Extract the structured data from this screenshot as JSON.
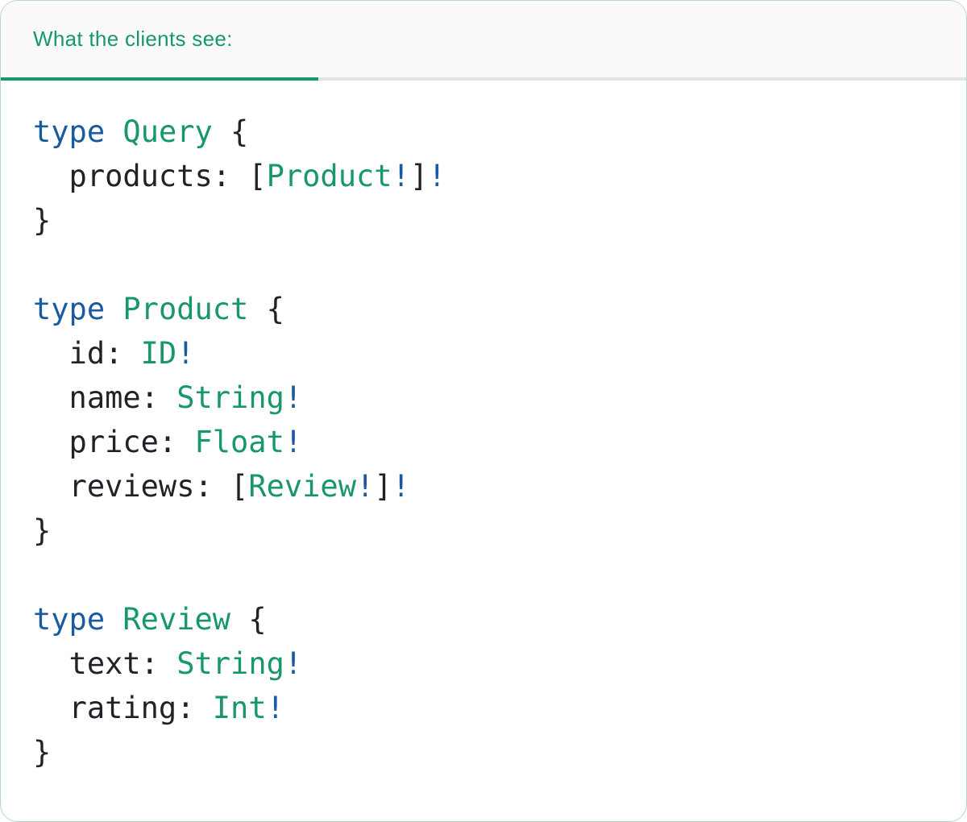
{
  "panel": {
    "tab": {
      "label": "What the clients see:"
    }
  },
  "colors": {
    "accent_teal": "#17966F",
    "keyword_blue": "#1A5A9E",
    "code_text": "#1F2328",
    "panel_border": "#B7D8C3",
    "tab_bar_bg": "#FAFAFA",
    "tab_bar_divider": "#E3E3E3",
    "panel_bg": "#FFFFFF"
  },
  "code": {
    "lines": [
      {
        "segments": [
          {
            "t": "type",
            "c": "kw"
          },
          {
            "t": " ",
            "c": "pl"
          },
          {
            "t": "Query",
            "c": "ty"
          },
          {
            "t": " {",
            "c": "pl"
          }
        ]
      },
      {
        "segments": [
          {
            "t": "  products: [",
            "c": "pl"
          },
          {
            "t": "Product",
            "c": "ty"
          },
          {
            "t": "!",
            "c": "kw"
          },
          {
            "t": "]",
            "c": "pl"
          },
          {
            "t": "!",
            "c": "kw"
          }
        ]
      },
      {
        "segments": [
          {
            "t": "}",
            "c": "pl"
          }
        ]
      },
      {
        "segments": []
      },
      {
        "segments": [
          {
            "t": "type",
            "c": "kw"
          },
          {
            "t": " ",
            "c": "pl"
          },
          {
            "t": "Product",
            "c": "ty"
          },
          {
            "t": " {",
            "c": "pl"
          }
        ]
      },
      {
        "segments": [
          {
            "t": "  id: ",
            "c": "pl"
          },
          {
            "t": "ID",
            "c": "ty"
          },
          {
            "t": "!",
            "c": "kw"
          }
        ]
      },
      {
        "segments": [
          {
            "t": "  name: ",
            "c": "pl"
          },
          {
            "t": "String",
            "c": "ty"
          },
          {
            "t": "!",
            "c": "kw"
          }
        ]
      },
      {
        "segments": [
          {
            "t": "  price: ",
            "c": "pl"
          },
          {
            "t": "Float",
            "c": "ty"
          },
          {
            "t": "!",
            "c": "kw"
          }
        ]
      },
      {
        "segments": [
          {
            "t": "  reviews: [",
            "c": "pl"
          },
          {
            "t": "Review",
            "c": "ty"
          },
          {
            "t": "!",
            "c": "kw"
          },
          {
            "t": "]",
            "c": "pl"
          },
          {
            "t": "!",
            "c": "kw"
          }
        ]
      },
      {
        "segments": [
          {
            "t": "}",
            "c": "pl"
          }
        ]
      },
      {
        "segments": []
      },
      {
        "segments": [
          {
            "t": "type",
            "c": "kw"
          },
          {
            "t": " ",
            "c": "pl"
          },
          {
            "t": "Review",
            "c": "ty"
          },
          {
            "t": " {",
            "c": "pl"
          }
        ]
      },
      {
        "segments": [
          {
            "t": "  text: ",
            "c": "pl"
          },
          {
            "t": "String",
            "c": "ty"
          },
          {
            "t": "!",
            "c": "kw"
          }
        ]
      },
      {
        "segments": [
          {
            "t": "  rating: ",
            "c": "pl"
          },
          {
            "t": "Int",
            "c": "ty"
          },
          {
            "t": "!",
            "c": "kw"
          }
        ]
      },
      {
        "segments": [
          {
            "t": "}",
            "c": "pl"
          }
        ]
      }
    ]
  }
}
